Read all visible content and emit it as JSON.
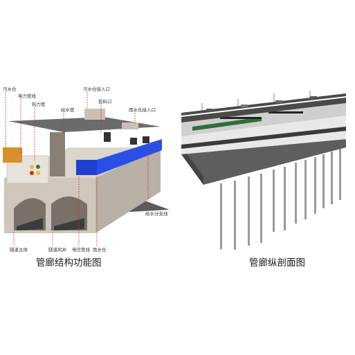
{
  "left_diagram": {
    "caption": "管廊结构功能图",
    "callouts": {
      "sewage_bay": "污水仓",
      "power_pipeline": "电力管线",
      "heat_pipe": "热力管",
      "water_pipe": "给水管",
      "sewage_inlet": "污水仓接入口",
      "feed_inlet": "投料口",
      "rain_inlet": "雨水仓接入口",
      "water_branch": "给水分支线",
      "tunnel_body": "隧道主体",
      "tunnel_vent": "隧道风井",
      "telecom_pipeline": "电信管线",
      "rain_bay": "雨水仓"
    }
  },
  "right_diagram": {
    "caption": "管廊纵剖面图"
  },
  "colors": {
    "callout_line": "#e0251b",
    "rain_bay": "#1e3fd0",
    "concrete": "#cfc6bc",
    "heat_pipe": "#d9902a"
  }
}
